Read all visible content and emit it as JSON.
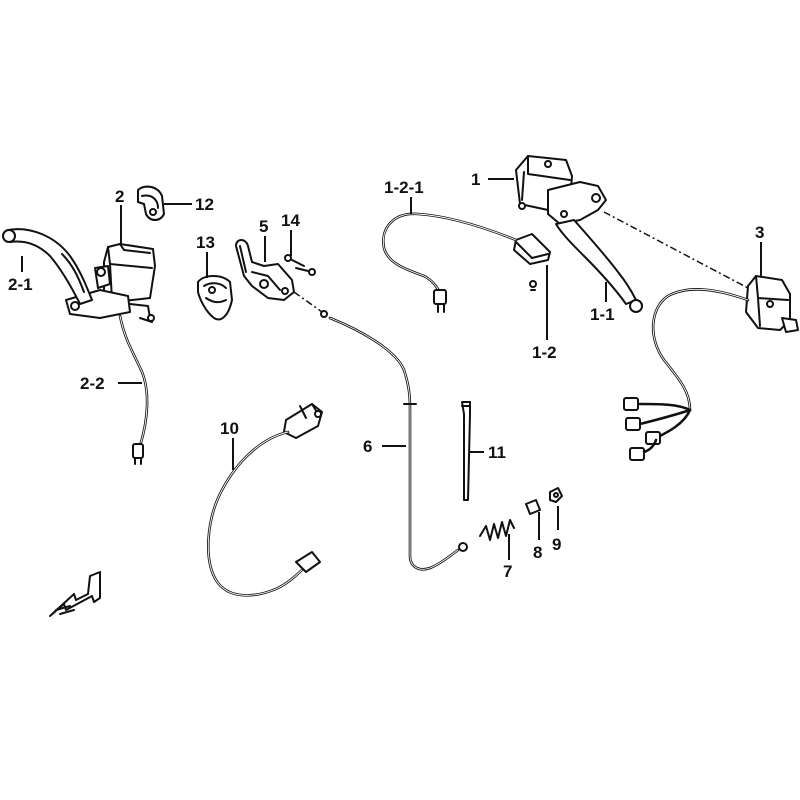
{
  "callouts": {
    "c1": "1",
    "c1_1": "1-1",
    "c1_2": "1-2",
    "c1_2_1": "1-2-1",
    "c2": "2",
    "c2_1": "2-1",
    "c2_2": "2-2",
    "c3": "3",
    "c5": "5",
    "c6": "6",
    "c7": "7",
    "c8": "8",
    "c9": "9",
    "c10": "10",
    "c11": "11",
    "c12": "12",
    "c13": "13",
    "c14": "14"
  },
  "icons": {
    "front_direction": "front-arrow-icon"
  }
}
